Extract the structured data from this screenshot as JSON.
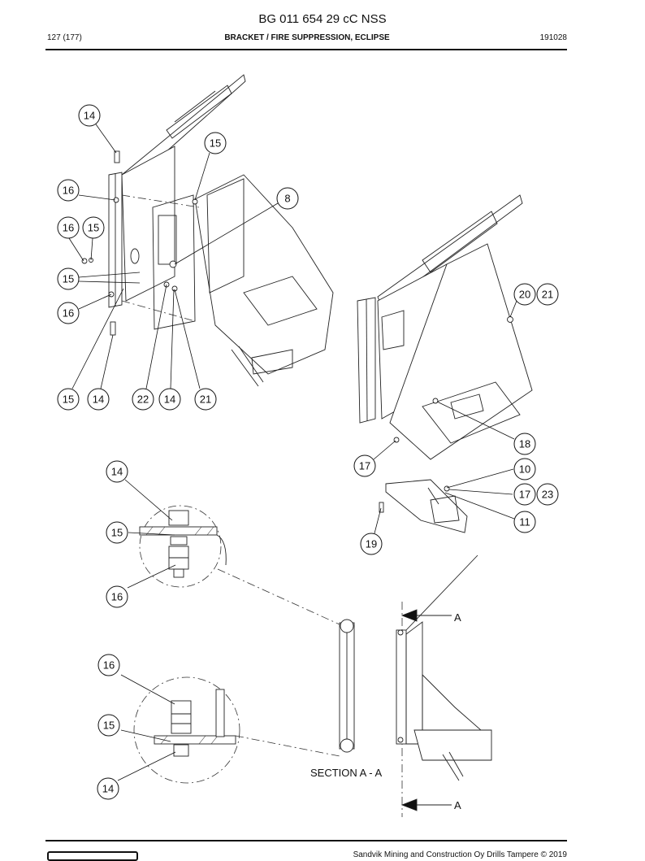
{
  "document": {
    "code": "BG 011 654 29 cC NSS",
    "page": "127 (177)",
    "title": "BRACKET / FIRE SUPPRESSION, ECLIPSE",
    "date": "191028",
    "footer": "Sandvik Mining and Construction Oy Drills Tampere © 2019"
  },
  "callouts": {
    "c1": "14",
    "c2": "15",
    "c3": "16",
    "c4": "16",
    "c5": "15",
    "c6": "8",
    "c7": "15",
    "c8": "16",
    "c9": "15",
    "c10": "14",
    "c11": "22",
    "c12": "14",
    "c13": "21",
    "c14": "20",
    "c15": "21",
    "c16": "18",
    "c17": "17",
    "c18": "10",
    "c19": "17",
    "c20": "23",
    "c21": "11",
    "c22": "19",
    "c23": "14",
    "c24": "15",
    "c25": "16",
    "c26": "16",
    "c27": "15",
    "c28": "14"
  },
  "section": {
    "label": "SECTION A - A",
    "marker_top": "A",
    "marker_bottom": "A"
  }
}
